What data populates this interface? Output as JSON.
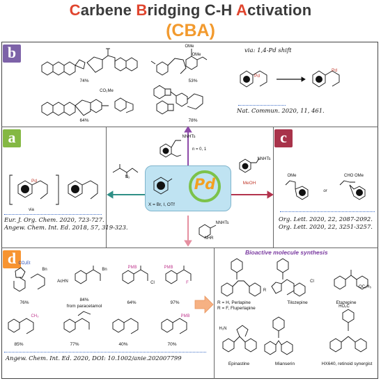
{
  "title": {
    "c": "C",
    "arbene": "arbene ",
    "b": "B",
    "ridging": "ridging ",
    "ch": "C-H ",
    "a": "A",
    "ctivation": "ctivation"
  },
  "subtitle": "(CBA)",
  "colors": {
    "b": "#7d62a8",
    "a": "#84b843",
    "c": "#a8334a",
    "d": "#f79431",
    "accent_orange": "#f29a2e",
    "accent_red": "#e0452e",
    "pd_box": "#bfe3f2",
    "arrow_green": "#2f8f86",
    "arrow_purple": "#8d4aa8",
    "arrow_red": "#b3334d",
    "arrow_pink": "#e58fa0"
  },
  "panels": {
    "b": {
      "badge": "b",
      "yields": [
        "74%",
        "53%",
        "64%",
        "78%"
      ],
      "via_label": "via: 1,4-Pd shift",
      "ref": "Nat. Commun. 2020, 11, 461."
    },
    "a": {
      "badge": "a",
      "via": "via",
      "refs": [
        "Eur. J. Org. Chem. 2020, 723-727.",
        "Angew. Chem. Int. Ed. 2018, 57, 319-323."
      ]
    },
    "c": {
      "badge": "c",
      "or": "or",
      "refs": [
        "Org. Lett. 2020, 22, 2087-2092.",
        "Org. Lett. 2020, 22, 3251-3257."
      ]
    },
    "d": {
      "badge": "d",
      "yields": [
        "76%",
        "84%",
        "64%",
        "97%",
        "85%",
        "77%",
        "40%",
        "70%"
      ],
      "yield_note": "from paracetamol",
      "ref": "Angew. Chem. Int. Ed. 2020, DOI: 10.1002/anie.202007799"
    }
  },
  "center": {
    "pd": "Pd",
    "x_label": "X = Br, I, OTf",
    "n_label": "n = 0, 1",
    "meoh": "MeOH",
    "nnhts_top": "NNHTs",
    "nnhts_left": "N₂",
    "nhr": "NHR"
  },
  "bioactive": {
    "title": "Bioactive molecule synthesis",
    "r_labels": [
      "R = H, Perlapine",
      "R = F, Fluperlapine"
    ],
    "names": [
      "Tilozepine",
      "Etazepine",
      "Epinastine",
      "Mianserin",
      "HX640, retinoid synergist"
    ]
  },
  "arrow_right_color": "#f6b183"
}
